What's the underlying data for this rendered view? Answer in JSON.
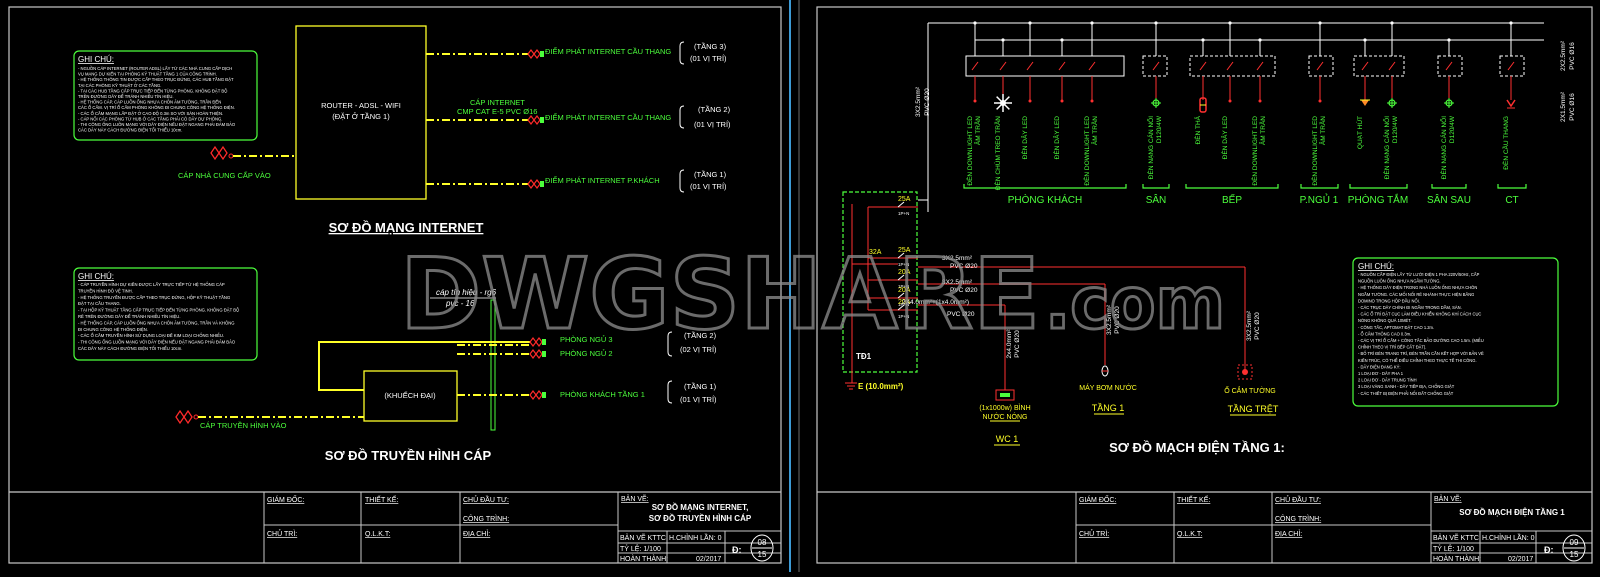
{
  "colors": {
    "background": "#000000",
    "frame": "#c8c8c8",
    "green": "#4cff3c",
    "yellow": "#ffff28",
    "red": "#ff2a2a",
    "cyan": "#4ad7ff",
    "white": "#ffffff",
    "watermark": "#8a8a8a"
  },
  "watermark": {
    "brand": "DWGSHARE",
    "suffix": ".com"
  },
  "left": {
    "note1": {
      "title": "GHI CHÚ:",
      "lines": [
        "- NGUỒN CÁP INTERNET (ROUTER ADSL) LẤY TỪ CÁC NHÀ CUNG CẤP DỊCH",
        "  VỤ MẠNG DỰ KIẾN TẠI PHÒNG KỸ THUẬT TẦNG 1 CỦA CÔNG TRÌNH.",
        "- HỆ THỐNG THÔNG TIN ĐƯỢC CẤP THEO TRỤC ĐỨNG, CÁC HUB TẦNG ĐẶT",
        "  TẠI CÁC PHÒNG KỸ THUẬT Ở CÁC TẦNG.",
        "- TẠI CÁC HUB TẦNG CẤP TRỰC TIẾP ĐẾN TỪNG PHÒNG. KHÔNG ĐẶT BỘ",
        "  TRÊN ĐƯỜNG DÂY ĐỂ TRÁNH NHIỄU TÍN HIỆU.",
        "- HỆ THỐNG CÁP, CÁP LUỒN ỐNG NHỰA CHÔN ÂM TƯỜNG, TRẦN ĐẾN",
        "  CÁC Ổ CẮM. VỊ TRÍ Ổ CẮM PHÒNG KHÔNG ĐI CHUNG CÔNG HỆ THỐNG ĐIỆN.",
        "- CÁC Ổ CẮM MẠNG LẮP ĐẶT Ở CAO ĐỘ 0.3m SO VỚI SÀN HOÀN THIỆN.",
        "- CÁP NỐI CÁC PHÒNG TỪ HUB Ở CÁC TẦNG PHẢI CÓ DÂY DỰ PHÒNG.",
        "- THI CÔNG ỐNG LUỒN MẠNG VỚI DÂY ĐIỆN NẾU ĐẶT NGANG PHẢI ĐẢM BẢO",
        "  CÁC DÂY NÀY CÁCH ĐƯỜNG ĐIỆN TỐI THIỂU 10cm."
      ]
    },
    "router_label_1": "ROUTER - ADSL - WIFI",
    "router_label_2": "(ĐẶT Ở TẦNG 1)",
    "supply_label": "CÁP NHÀ CUNG CẤP VÀO",
    "cable_label_1": "CÁP INTERNET",
    "cable_label_2": "CMP CAT E-5 PVC Ø16",
    "outlets": [
      {
        "label": "ĐIỂM PHÁT INTERNET CẦU THANG",
        "floor": "(TẦNG 3)",
        "count": "(01 VỊ TRÍ)"
      },
      {
        "label": "ĐIỂM PHÁT INTERNET CẦU THANG",
        "floor": "(TẦNG 2)",
        "count": "(01 VỊ TRÍ)"
      },
      {
        "label": "ĐIỂM PHÁT INTERNET P.KHÁCH",
        "floor": "(TẦNG 1)",
        "count": "(01 VỊ TRÍ)"
      }
    ],
    "title_internet": "SƠ ĐỒ MẠNG INTERNET",
    "note2": {
      "title": "GHI CHÚ:",
      "lines": [
        "- CÁP TRUYỀN HÌNH DỰ KIẾN ĐƯỢC LẤY TRỰC TIẾP TỪ HỆ THỐNG CÁP",
        "  TRUYỀN HÌNH ĐÔ VỆ TINH.",
        "- HỆ THỐNG TRUYỀN ĐƯỢC CẤP THEO TRỤC ĐỨNG, HỘP KỸ THUẬT TẦNG",
        "  ĐẶT TẠI CẦU THANG.",
        "- TẠI HỘP KỸ THUẬT TẦNG CẤP TRỰC TIẾP ĐẾN TỪNG PHÒNG. KHÔNG ĐẶT BỘ",
        "  RẼ TRÊN ĐƯỜNG DÂY ĐỂ TRÁNH NHIỄU TÍN HIỆU.",
        "- HỆ THỐNG CÁP, CÁP LUỒN ỐNG NHỰA CHÔN ÂM TƯỜNG, TRẦN VÀ KHÔNG",
        "  ĐI CHUNG CÔNG HỆ THỐNG ĐIỆN.",
        "- CÁC Ổ CẮM TRUYỀN HÌNH SỬ DỤNG LOẠI ĐẾ KIM LOẠI CHỐNG NHIỄU.",
        "- THI CÔNG ỐNG LUỒN MẠNG VỚI DÂY ĐIỆN NẾU ĐẶT NGANG PHẢI ĐẢM BẢO",
        "  CÁC DÂY NÀY CÁCH ĐƯỜNG ĐIỆN TỐI THIỂU 10cm."
      ]
    },
    "tv_cable_1": "cáp tín hiệu - rg6",
    "tv_cable_2": "pvc - 16",
    "amp_label": "(KHUẾCH ĐẠI)",
    "tv_outlets": [
      {
        "label": "PHÒNG NGỦ 3"
      },
      {
        "label": "PHÒNG NGỦ 2"
      },
      {
        "label": "PHÒNG KHÁCH TẦNG 1"
      }
    ],
    "tv_floor_upper": "(TẦNG 2)",
    "tv_count_upper": "(02 VỊ TRÍ)",
    "tv_floor_lower": "(TẦNG 1)",
    "tv_count_lower": "(01 VỊ TRÍ)",
    "tv_supply_label": "CÁP TRUYỀN HÌNH VÀO",
    "title_tv": "SƠ ĐỒ TRUYỀN HÌNH CÁP",
    "titleblock": {
      "giam_doc": "GIÁM ĐỐC:",
      "thiet_ke": "THIẾT KẾ:",
      "chu_dau_tu": "CHỦ ĐẦU TƯ:",
      "chu_tri": "CHỦ TRÌ:",
      "qlkt": "Q.L.K.T:",
      "cong_trinh": "CÔNG TRÌNH:",
      "dia_chi": "ĐỊA CHỈ:",
      "ban_ve_label": "BẢN VẼ:",
      "ban_ve_1": "SƠ ĐỒ MẠNG INTERNET,",
      "ban_ve_2": "SƠ ĐỒ TRUYỀN HÌNH CÁP",
      "ban_ve_kttc": "BẢN VẼ KTTC",
      "chinh_lan": "H.CHỈNH LẦN: 0",
      "d_label": "Đ:",
      "ti_le": "TỶ LỆ: 1/100",
      "hoan_thanh": "HOÀN THÀNH:",
      "date": "02/2017",
      "sheet_no": "08",
      "sheet_total": "15"
    }
  },
  "right": {
    "bus_top": "2X2.5mm²",
    "bus_top_2": "PVC Ø16",
    "bus_bot": "2X1.5mm²",
    "bus_bot_2": "PVC Ø16",
    "riser_1": "3X2.5mm²",
    "riser_2": "PVC Ø20",
    "circuits": [
      {
        "label": "ĐÈN DOWNLIGHT LED ÂM TRẦN"
      },
      {
        "label": "ĐÈN CHÙM TREO TRẦN"
      },
      {
        "label": "ĐÈN DÂY LED"
      },
      {
        "label": "ĐÈN DÂY LED"
      },
      {
        "label": "ĐÈN DOWNLIGHT LED ÂM TRẦN"
      },
      {
        "label": "ĐÈN NẠNG CÁN NỐI D120/4W"
      },
      {
        "label": "ĐÈN THẢ"
      },
      {
        "label": "ĐÈN DÂY LED"
      },
      {
        "label": "ĐÈN DOWNLIGHT LED ÂM TRẦN"
      },
      {
        "label": "ĐÈN DOWNLIGHT LED ÂM TRẦN"
      },
      {
        "label": "QUẠT HÚT"
      },
      {
        "label": "ĐÈN NẠNG CÁN NỐI D120/4W"
      },
      {
        "label": "ĐÈN NẠNG CÁN NỐI D120/4W"
      },
      {
        "label": "ĐÈN CẦU THANG"
      }
    ],
    "rooms": [
      "PHÒNG KHÁCH",
      "SÂN",
      "BẾP",
      "P.NGỦ 1",
      "PHÒNG TẮM",
      "SÂN SAU",
      "CT"
    ],
    "panel": "TĐ1",
    "main_breaker": "32A",
    "breakers": [
      {
        "rating": "25A",
        "type": "1P+N"
      },
      {
        "rating": "25A",
        "type": "1P+N"
      },
      {
        "rating": "20A",
        "type": "1P+N"
      },
      {
        "rating": "20A",
        "type": "1P+N"
      },
      {
        "rating": "20A",
        "type": "1P+N"
      }
    ],
    "feeder_1": "3X2.5mm²",
    "feeder_1b": "PVC Ø20",
    "feeder_2": "3X2.5mm²",
    "feeder_2b": "PVC Ø20",
    "feeder_3": "2X4.0mm²+(1x4.0mm²)",
    "feeder_3b": "PVC Ø20",
    "earth": "E (10.0mm²)",
    "wc_cable_1": "2x4.0mm²",
    "wc_cable_2": "PVC Ø20",
    "pump_cable_1": "3X2.5mm²",
    "pump_cable_2": "PVC Ø20",
    "socket_cable_1": "3X2.5mm²",
    "socket_cable_2": "PVC Ø20",
    "heater_1": "(1x1000w) BÌNH",
    "heater_2": "NƯỚC NÓNG",
    "wc": "WC 1",
    "pump": "MÁY BƠM NƯỚC",
    "pump_floor": "TẦNG 1",
    "socket": "Ổ CẮM TƯỜNG",
    "socket_floor": "TẦNG TRỆT",
    "title": "SƠ ĐỒ MẠCH ĐIỆN TẦNG 1:",
    "note": {
      "title": "GHI CHÚ:",
      "lines": [
        "- NGUỒN CẤP ĐIỆN LẤY TỪ LƯỚI ĐIỆN 1 PHA 220V/50Hz, CẤP",
        "  NGUỒN LUÔN ỐNG NHỰA NGẦM TƯỜNG.",
        "- HỆ THỐNG DÂY ĐIỆN TRONG NHÀ LUỒN ỐNG NHỰA CHÔN",
        "  NGẦM TƯỜNG. CÁC MỐI NỐI RẼ NHÁNH THỰC HIỆN BẰNG",
        "  DOMINO TRONG HỘP ĐẦU NỐI.",
        "- CÁC TRỤC DÂY CHÍNH ĐI NGẦM TRONG DẦM, SÀN.",
        "- CÁC Ổ TRÍ ĐẶT CỤC LÀM ĐIỀU KHIỂN KHÔNG KHÍ CÁCH CỤC",
        "  NÓNG KHÔNG QUÁ 10MÉT.",
        "- CÔNG TẮC, APTOMAT ĐẶT CAO 1.2m.",
        "- Ổ CẮM THÔNG CAO 0.3m.",
        "- CÁC VỊ TRÍ Ổ CẮM + CÔNG TẮC BẢO DƯỠNG CAO 1.5m. (MIỄU",
        "  CHỈNH THEO VỊ TRÍ BẾP CẮT ĐẶT).",
        "- BỐ TRÍ ĐÈN TRANG TRÍ, ĐÈN TRẦN CẦN KẾT HỢP VỚI BẢN VẼ",
        "  KIẾN TRÚC, CÓ THỂ ĐIỀU CHỈNH THEO THỰC TẾ THI CÔNG.",
        "- DÂY ĐIỆN ĐANG KÝ: ",
        "  1 LOẠI ĐƠ - DÂY PHA 1",
        "  2 LOẠI ĐƠ - DÂY TRUNG TÍNH",
        "  3 LOẠI VÀNG XANH - DÂY TIẾP ĐỊA, CHỐNG GIẬT",
        "- CÁC THIẾT BỊ ĐIỆN PHẢI NỐI ĐẤT CHỐNG GIẬT"
      ]
    },
    "titleblock": {
      "giam_doc": "GIÁM ĐỐC:",
      "thiet_ke": "THIẾT KẾ:",
      "chu_dau_tu": "CHỦ ĐẦU TƯ:",
      "chu_tri": "CHỦ TRÌ:",
      "qlkt": "Q.L.K.T:",
      "cong_trinh": "CÔNG TRÌNH:",
      "dia_chi": "ĐỊA CHỈ:",
      "ban_ve_label": "BẢN VẼ:",
      "ban_ve_1": "SƠ ĐỒ MẠCH ĐIỆN TẦNG 1",
      "ban_ve_kttc": "BẢN VẼ KTTC",
      "chinh_lan": "H.CHỈNH LẦN: 0",
      "d_label": "Đ:",
      "ti_le": "TỶ LỆ: 1/100",
      "hoan_thanh": "HOÀN THÀNH:",
      "date": "02/2017",
      "sheet_no": "09",
      "sheet_total": "15"
    }
  }
}
